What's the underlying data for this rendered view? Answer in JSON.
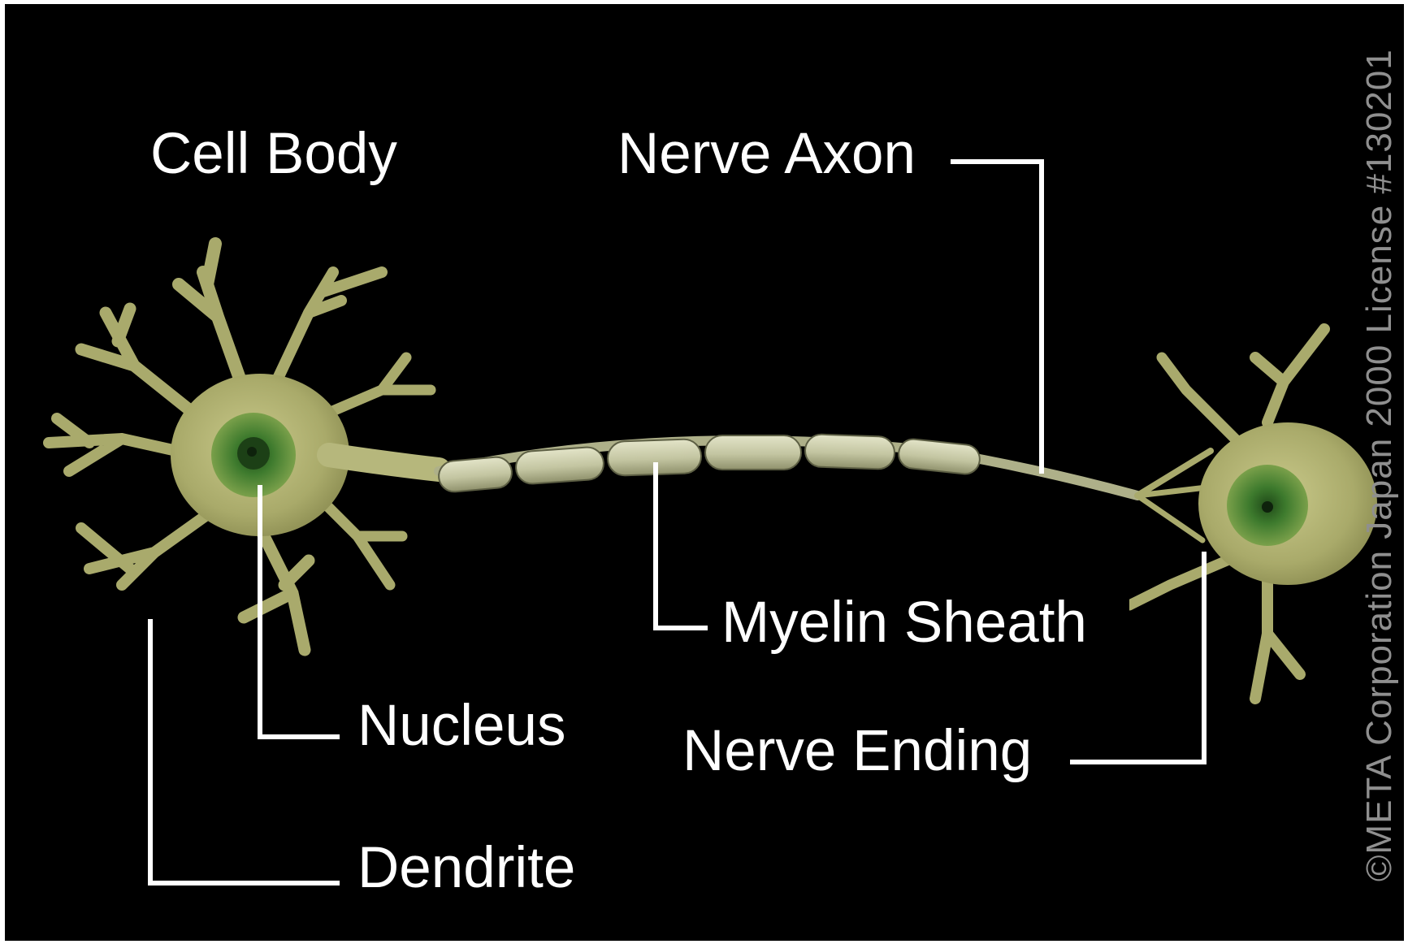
{
  "diagram": {
    "labels": {
      "cell_body": "Cell Body",
      "nerve_axon": "Nerve Axon",
      "myelin_sheath": "Myelin Sheath",
      "nucleus": "Nucleus",
      "nerve_ending": "Nerve Ending",
      "dendrite": "Dendrite"
    },
    "watermark": "©META Corporation Japan 2000 License #130201"
  },
  "colors": {
    "background": "#000000",
    "border": "#ffffff",
    "cell": "#b4b47a",
    "nucleus": "#3c7a2c",
    "myelin": "#c6c8a6",
    "label": "#ffffff",
    "watermark": "#8f8f8f"
  }
}
